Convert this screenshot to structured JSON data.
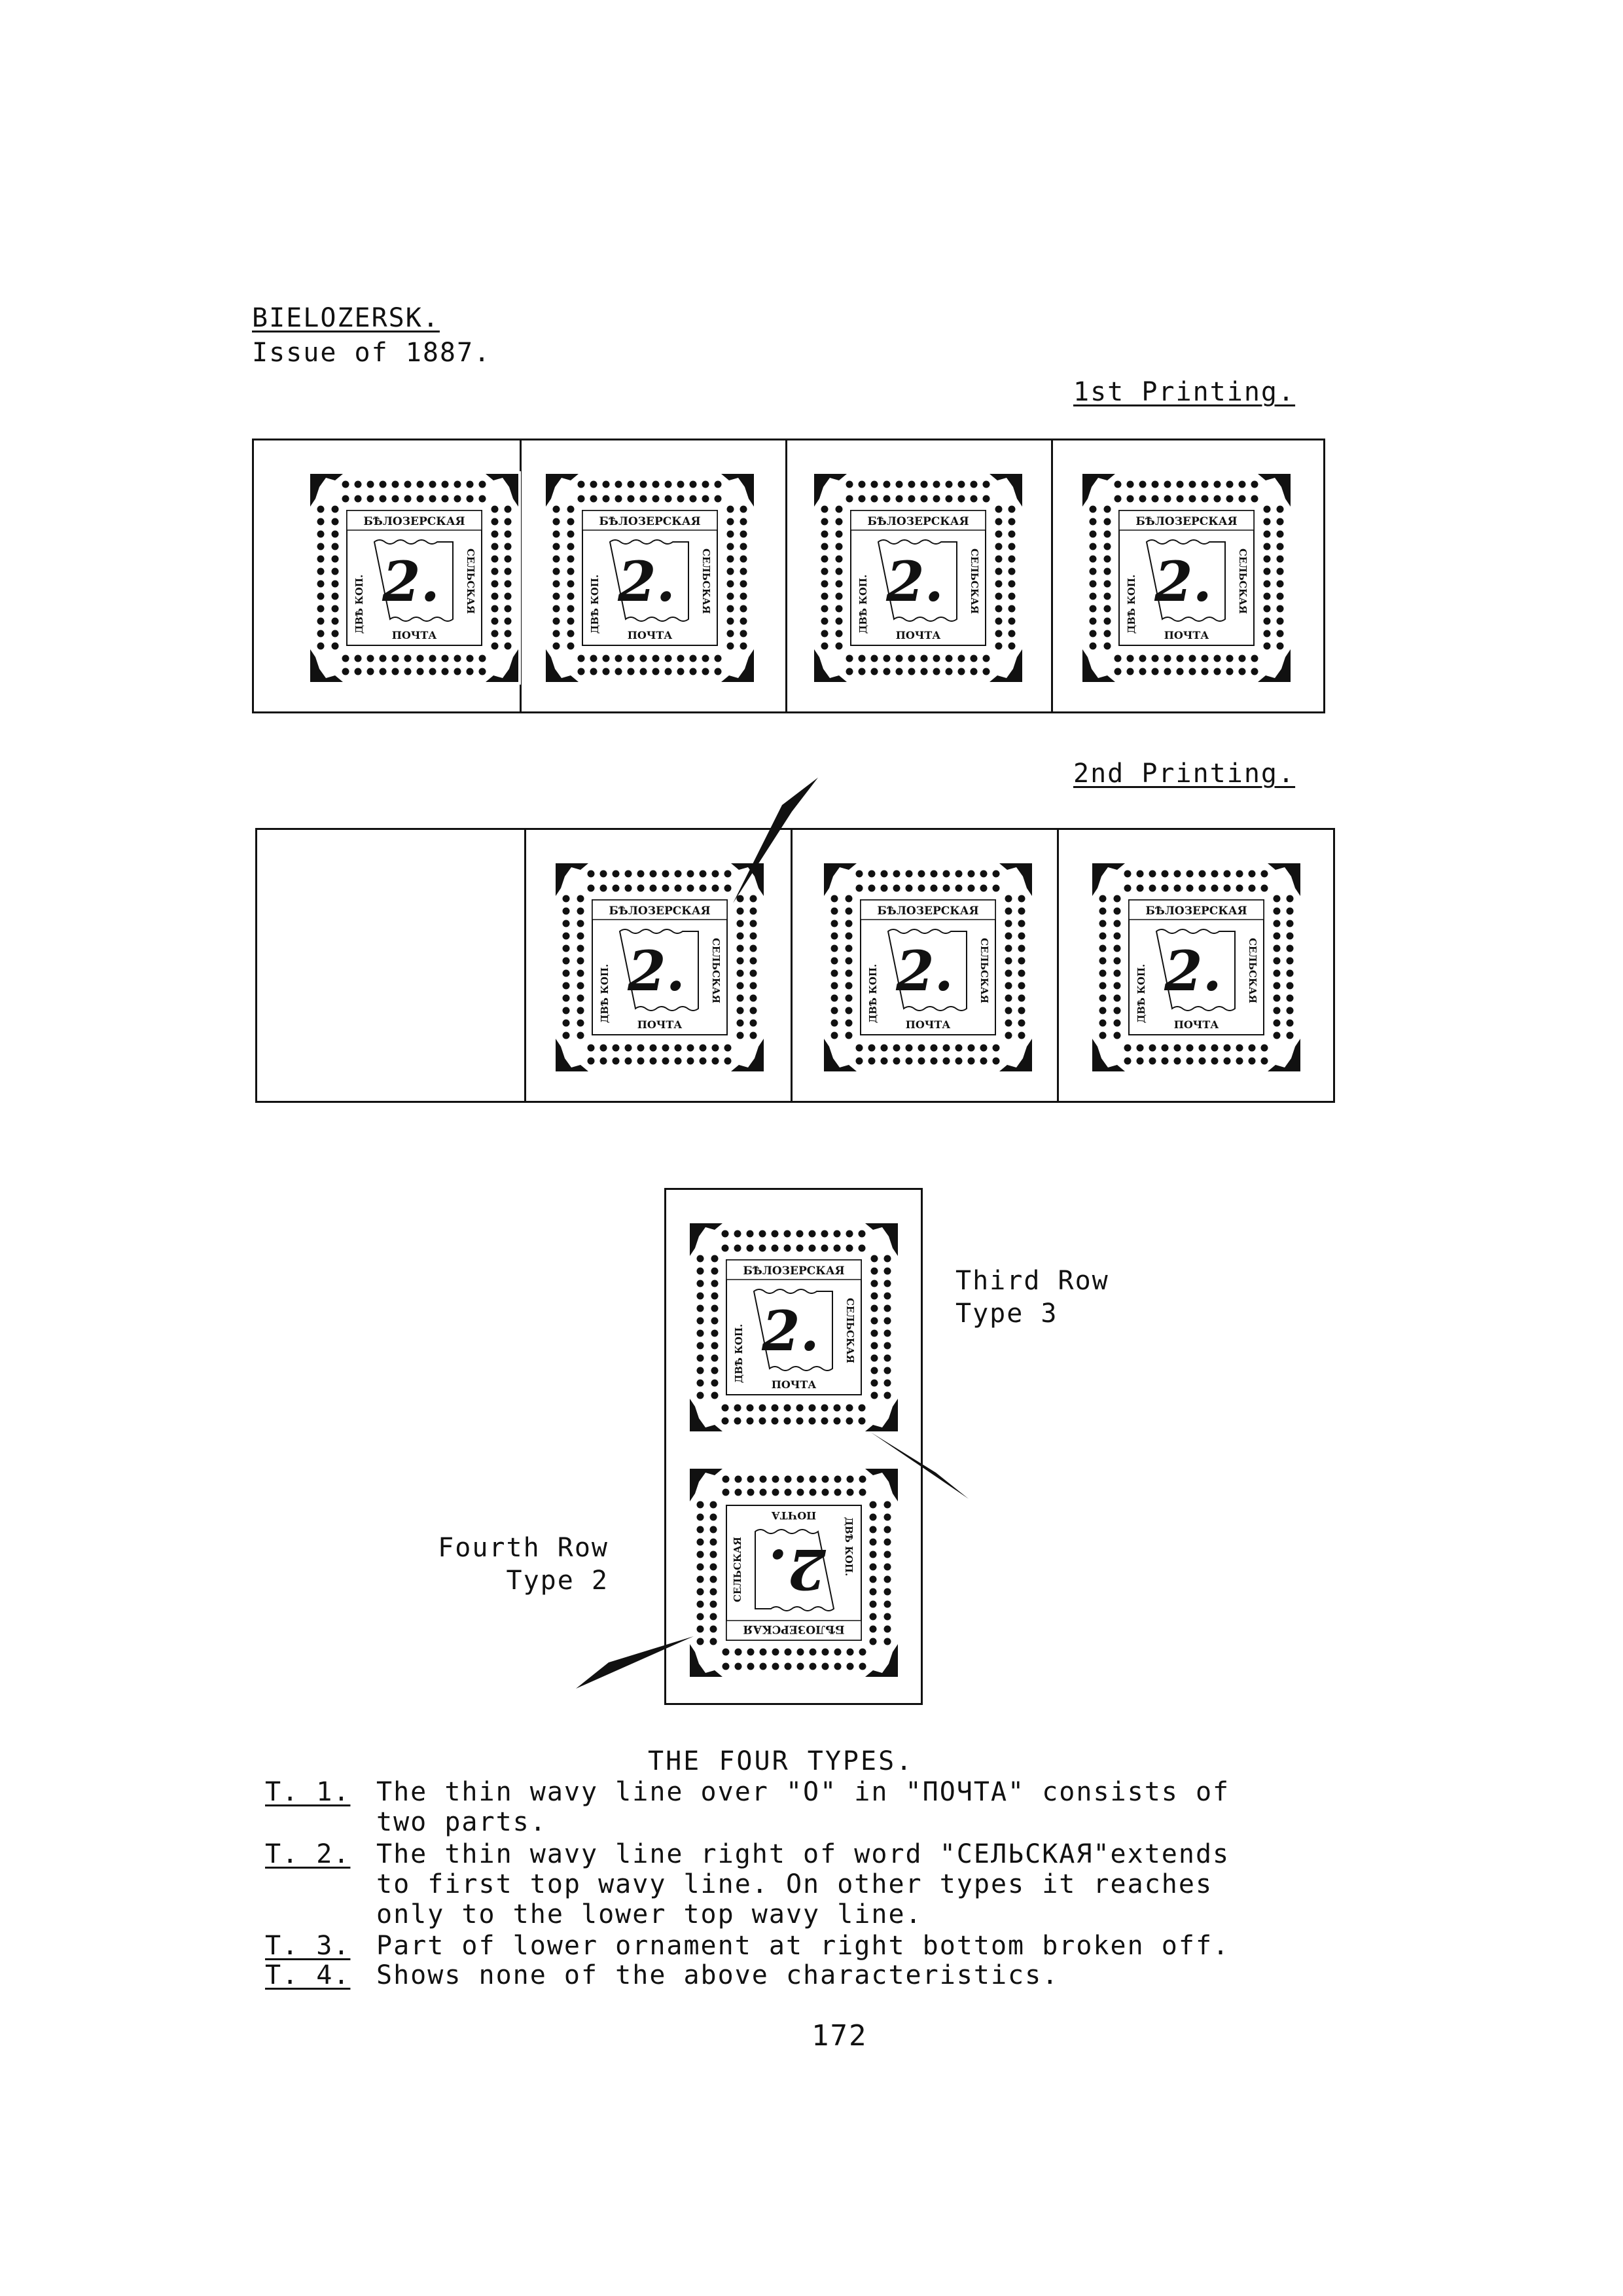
{
  "header": {
    "title": "BIELOZERSK.",
    "subtitle": "Issue of 1887."
  },
  "printings": [
    {
      "label": "1st Printing."
    },
    {
      "label": "2nd Printing."
    }
  ],
  "stamp": {
    "top_text": "БѢЛОЗЕРСКАЯ",
    "left_text": "ДВѢ КОП.",
    "right_text": "СЕЛЬСКАЯ",
    "bottom_text": "ПОЧТА",
    "value": "2."
  },
  "pair": {
    "third_row": [
      "Third Row",
      "Type 3"
    ],
    "fourth_row": [
      "Fourth Row",
      "Type 2"
    ]
  },
  "types": {
    "title": "THE FOUR TYPES.",
    "items": [
      {
        "code": "T. 1.",
        "text": "The thin wavy line over \"O\" in \"ПОЧТА\" consists of\ntwo parts."
      },
      {
        "code": "T. 2.",
        "text": "The thin wavy line right of word \"СЕЛЬСКАЯ\"extends\nto first top wavy line.  On  other types it reaches\nonly to the lower top wavy line."
      },
      {
        "code": "T. 3.",
        "text": "Part of lower ornament at right bottom broken off."
      },
      {
        "code": "T. 4.",
        "text": "Shows none of the above characteristics."
      }
    ]
  },
  "page_number": "172"
}
